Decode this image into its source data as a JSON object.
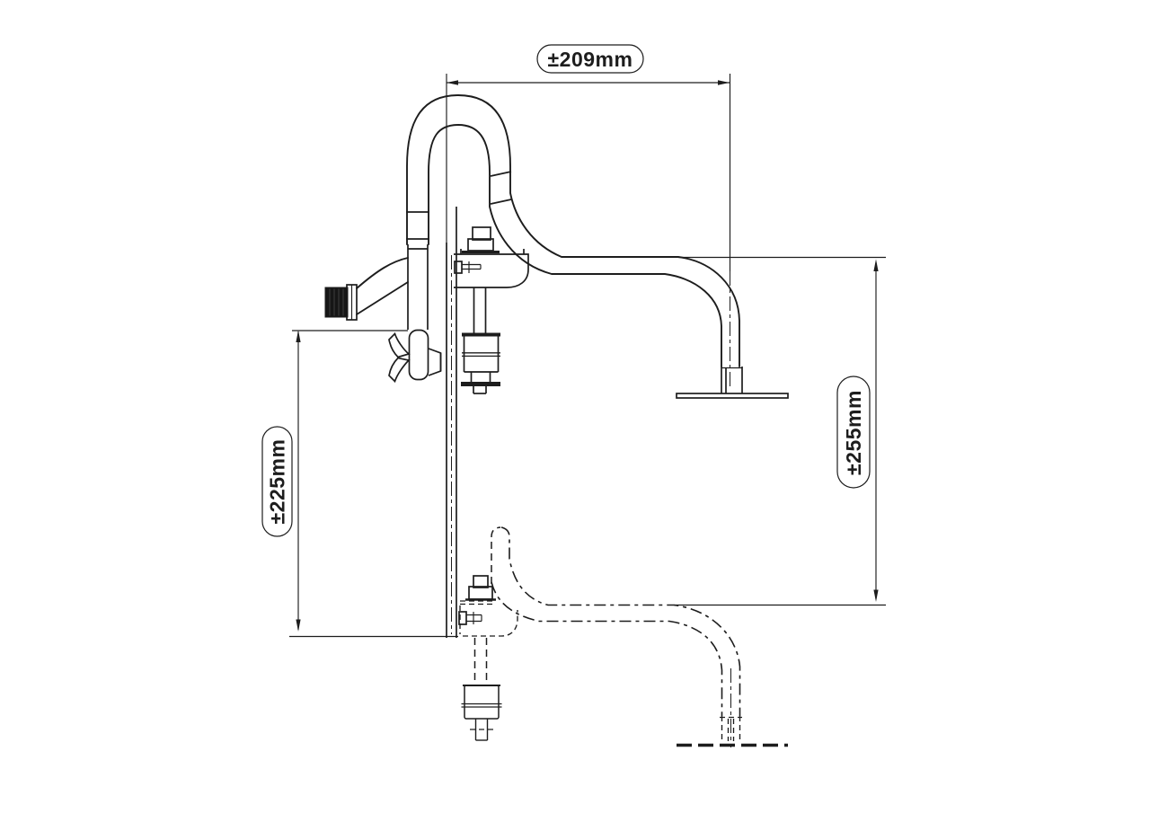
{
  "canvas": {
    "background": "#ffffff",
    "line_color": "#1d1d1d"
  },
  "dimensions": {
    "spout_reach": {
      "label": "±209mm"
    },
    "height_right": {
      "label": "±255mm"
    },
    "height_left": {
      "label": "±225mm"
    }
  }
}
